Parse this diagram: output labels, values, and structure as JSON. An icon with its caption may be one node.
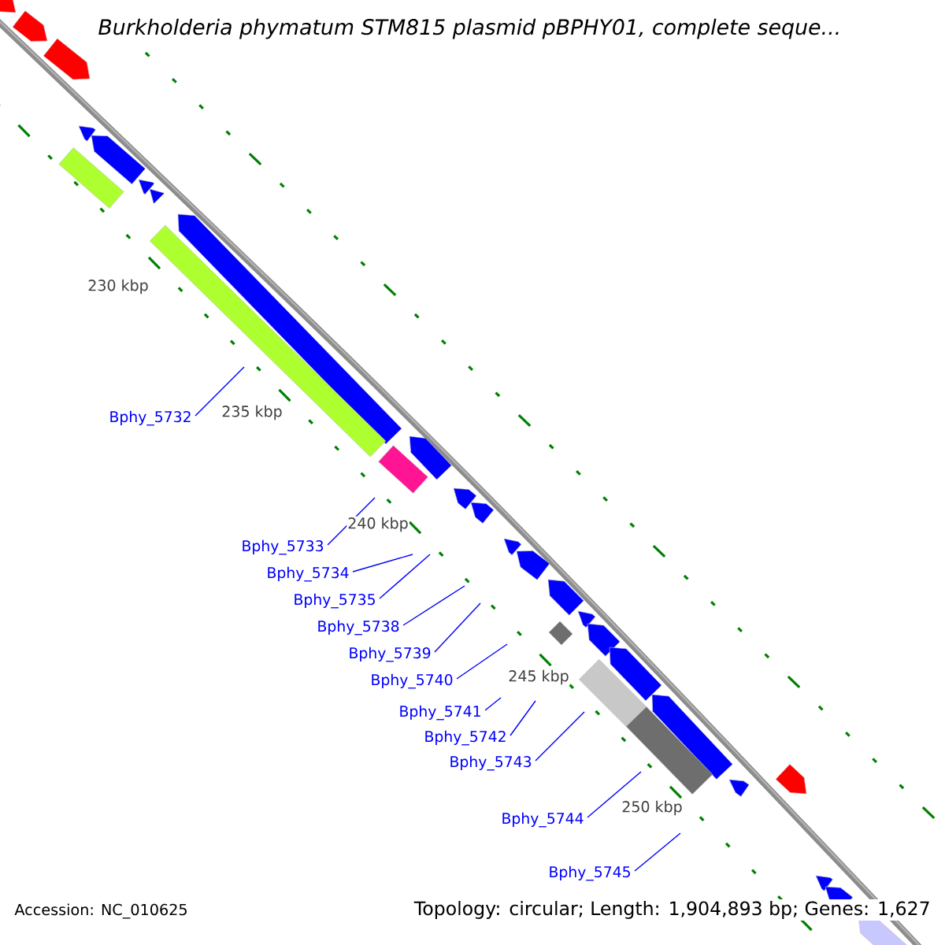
{
  "diagram": {
    "title": "Burkholderia phymatum STM815 plasmid pBPHY01, complete seque...",
    "nodes": [
      {
        "text": [
          "Bphy_5732"
        ]
      },
      {
        "text": [
          "Bphy_5733"
        ]
      },
      {
        "text": [
          "Bphy_5734"
        ]
      },
      {
        "text": [
          "Bphy_5735"
        ]
      },
      {
        "text": [
          "Bphy_5738"
        ]
      },
      {
        "text": [
          "Bphy_5739"
        ]
      },
      {
        "text": [
          "Bphy_5740"
        ]
      },
      {
        "text": [
          "Bphy_5741"
        ]
      },
      {
        "text": [
          "Bphy_5742"
        ]
      },
      {
        "text": [
          "Bphy_5743"
        ]
      },
      {
        "text": [
          "Bphy_5744"
        ]
      },
      {
        "text": [
          "Bphy_5745"
        ]
      }
    ],
    "edges": [
      {
        "from": 0,
        "to": null,
        "arrow": "none"
      },
      {
        "from": 1,
        "to": null,
        "arrow": "none"
      },
      {
        "from": 2,
        "to": null,
        "arrow": "none"
      },
      {
        "from": 3,
        "to": null,
        "arrow": "none"
      },
      {
        "from": 4,
        "to": null,
        "arrow": "none"
      },
      {
        "from": 5,
        "to": null,
        "arrow": "none"
      },
      {
        "from": 6,
        "to": null,
        "arrow": "none"
      },
      {
        "from": 7,
        "to": null,
        "arrow": "none"
      },
      {
        "from": 8,
        "to": null,
        "arrow": "none"
      },
      {
        "from": 9,
        "to": null,
        "arrow": "none"
      },
      {
        "from": 10,
        "to": null,
        "arrow": "none"
      },
      {
        "from": 11,
        "to": null,
        "arrow": "none"
      }
    ],
    "labels": [
      "230 kbp",
      "235 kbp",
      "240 kbp",
      "245 kbp",
      "250 kbp",
      "Accession: NC_010625",
      "Topology: circular; Length: 1,904,893 bp; Genes: 1,627"
    ]
  }
}
